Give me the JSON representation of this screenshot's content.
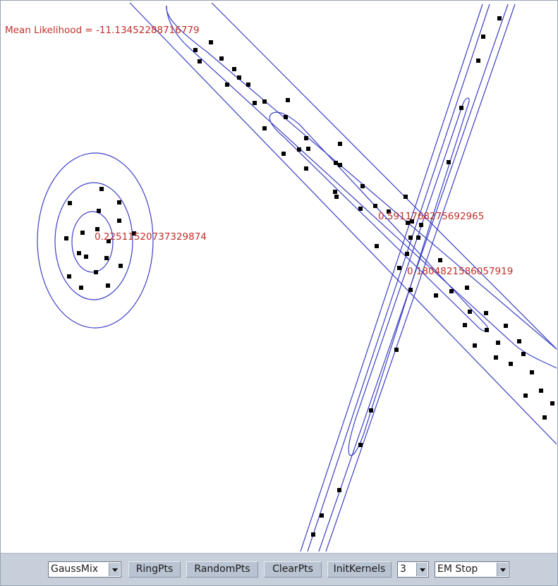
{
  "canvas": {
    "mean_likelihood_text": "Mean Likelihood = -11.13452288716779",
    "kernels": [
      {
        "weight_label": "0.22511520737329874",
        "contour_color": "#3a3fc4"
      },
      {
        "weight_label": "0.5911768275692965",
        "contour_color": "#3a3fc4"
      },
      {
        "weight_label": "0.1804821586057919",
        "contour_color": "#3a3fc4"
      }
    ],
    "point_color": "#000000",
    "label_color": "#c0302a"
  },
  "toolbar": {
    "model_select": {
      "value": "GaussMix"
    },
    "ring_pts_label": "RingPts",
    "random_pts_label": "RandomPts",
    "clear_pts_label": "ClearPts",
    "init_kernels_label": "InitKernels",
    "kernel_count_select": {
      "value": "3"
    },
    "em_select": {
      "value": "EM Stop"
    }
  }
}
